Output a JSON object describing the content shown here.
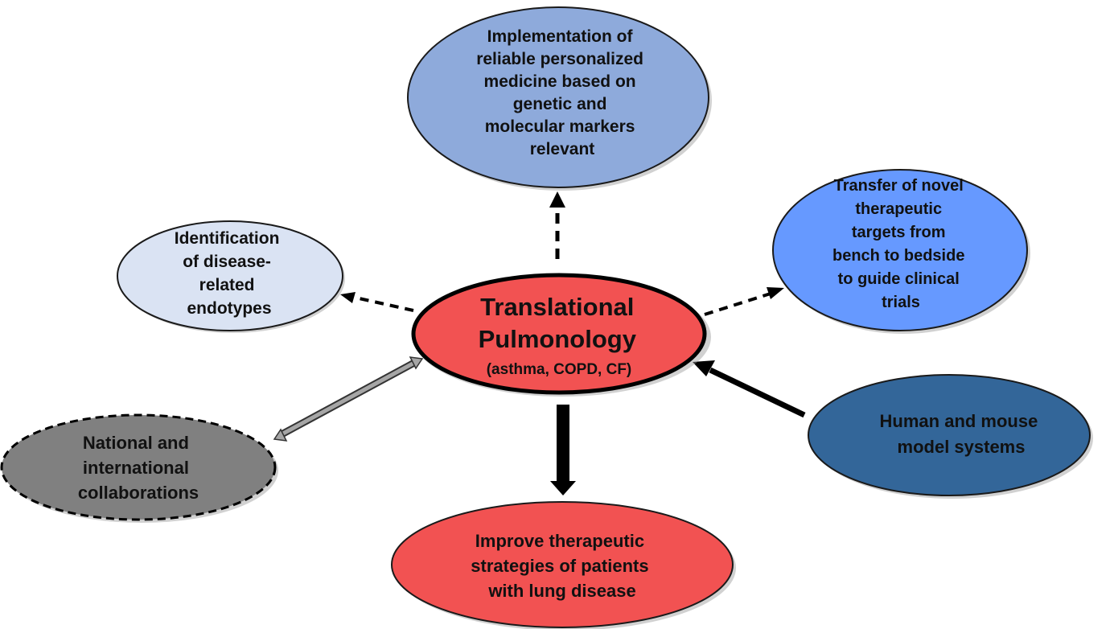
{
  "nodes": {
    "center": {
      "lines": [
        "Translational",
        "Pulmonology",
        "(asthma, COPD, CF)"
      ],
      "fill": "#f25252"
    },
    "top": {
      "lines": [
        "Implementation of",
        "reliable personalized",
        "medicine based on",
        "genetic and",
        "molecular markers",
        "relevant"
      ],
      "fill": "#8eaadb"
    },
    "left": {
      "lines": [
        "Identification",
        "of disease-",
        "related",
        "endotypes"
      ],
      "fill": "#dae3f3"
    },
    "right": {
      "lines": [
        "Transfer of novel",
        "therapeutic",
        "targets from",
        "bench to bedside",
        "to guide clinical",
        "trials"
      ],
      "fill": "#6699ff"
    },
    "bottom_left": {
      "lines": [
        "National and",
        "international",
        "collaborations"
      ],
      "fill": "#808080"
    },
    "bottom_right": {
      "lines": [
        "Human and mouse",
        "model systems"
      ],
      "fill": "#336699"
    },
    "bottom": {
      "lines": [
        "Improve therapeutic",
        "strategies of patients",
        "with lung disease"
      ],
      "fill": "#f25252"
    }
  }
}
